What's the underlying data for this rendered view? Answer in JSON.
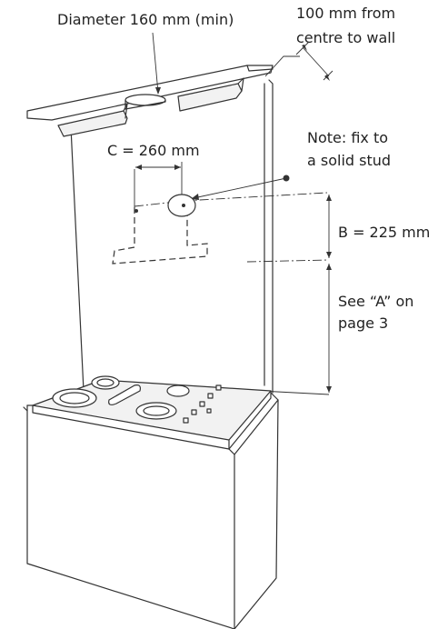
{
  "labels": {
    "diameter": "Diameter 160 mm (min)",
    "wall_offset_line1": "100 mm from",
    "wall_offset_line2": "centre to wall",
    "note_line1": "Note: fix to",
    "note_line2": "a solid stud",
    "dim_c": "C = 260 mm",
    "dim_b": "B = 225 mm",
    "dim_a_line1": "See “A” on",
    "dim_a_line2": "page 3"
  },
  "colors": {
    "stroke": "#333333",
    "text": "#222222",
    "background": "#ffffff"
  }
}
